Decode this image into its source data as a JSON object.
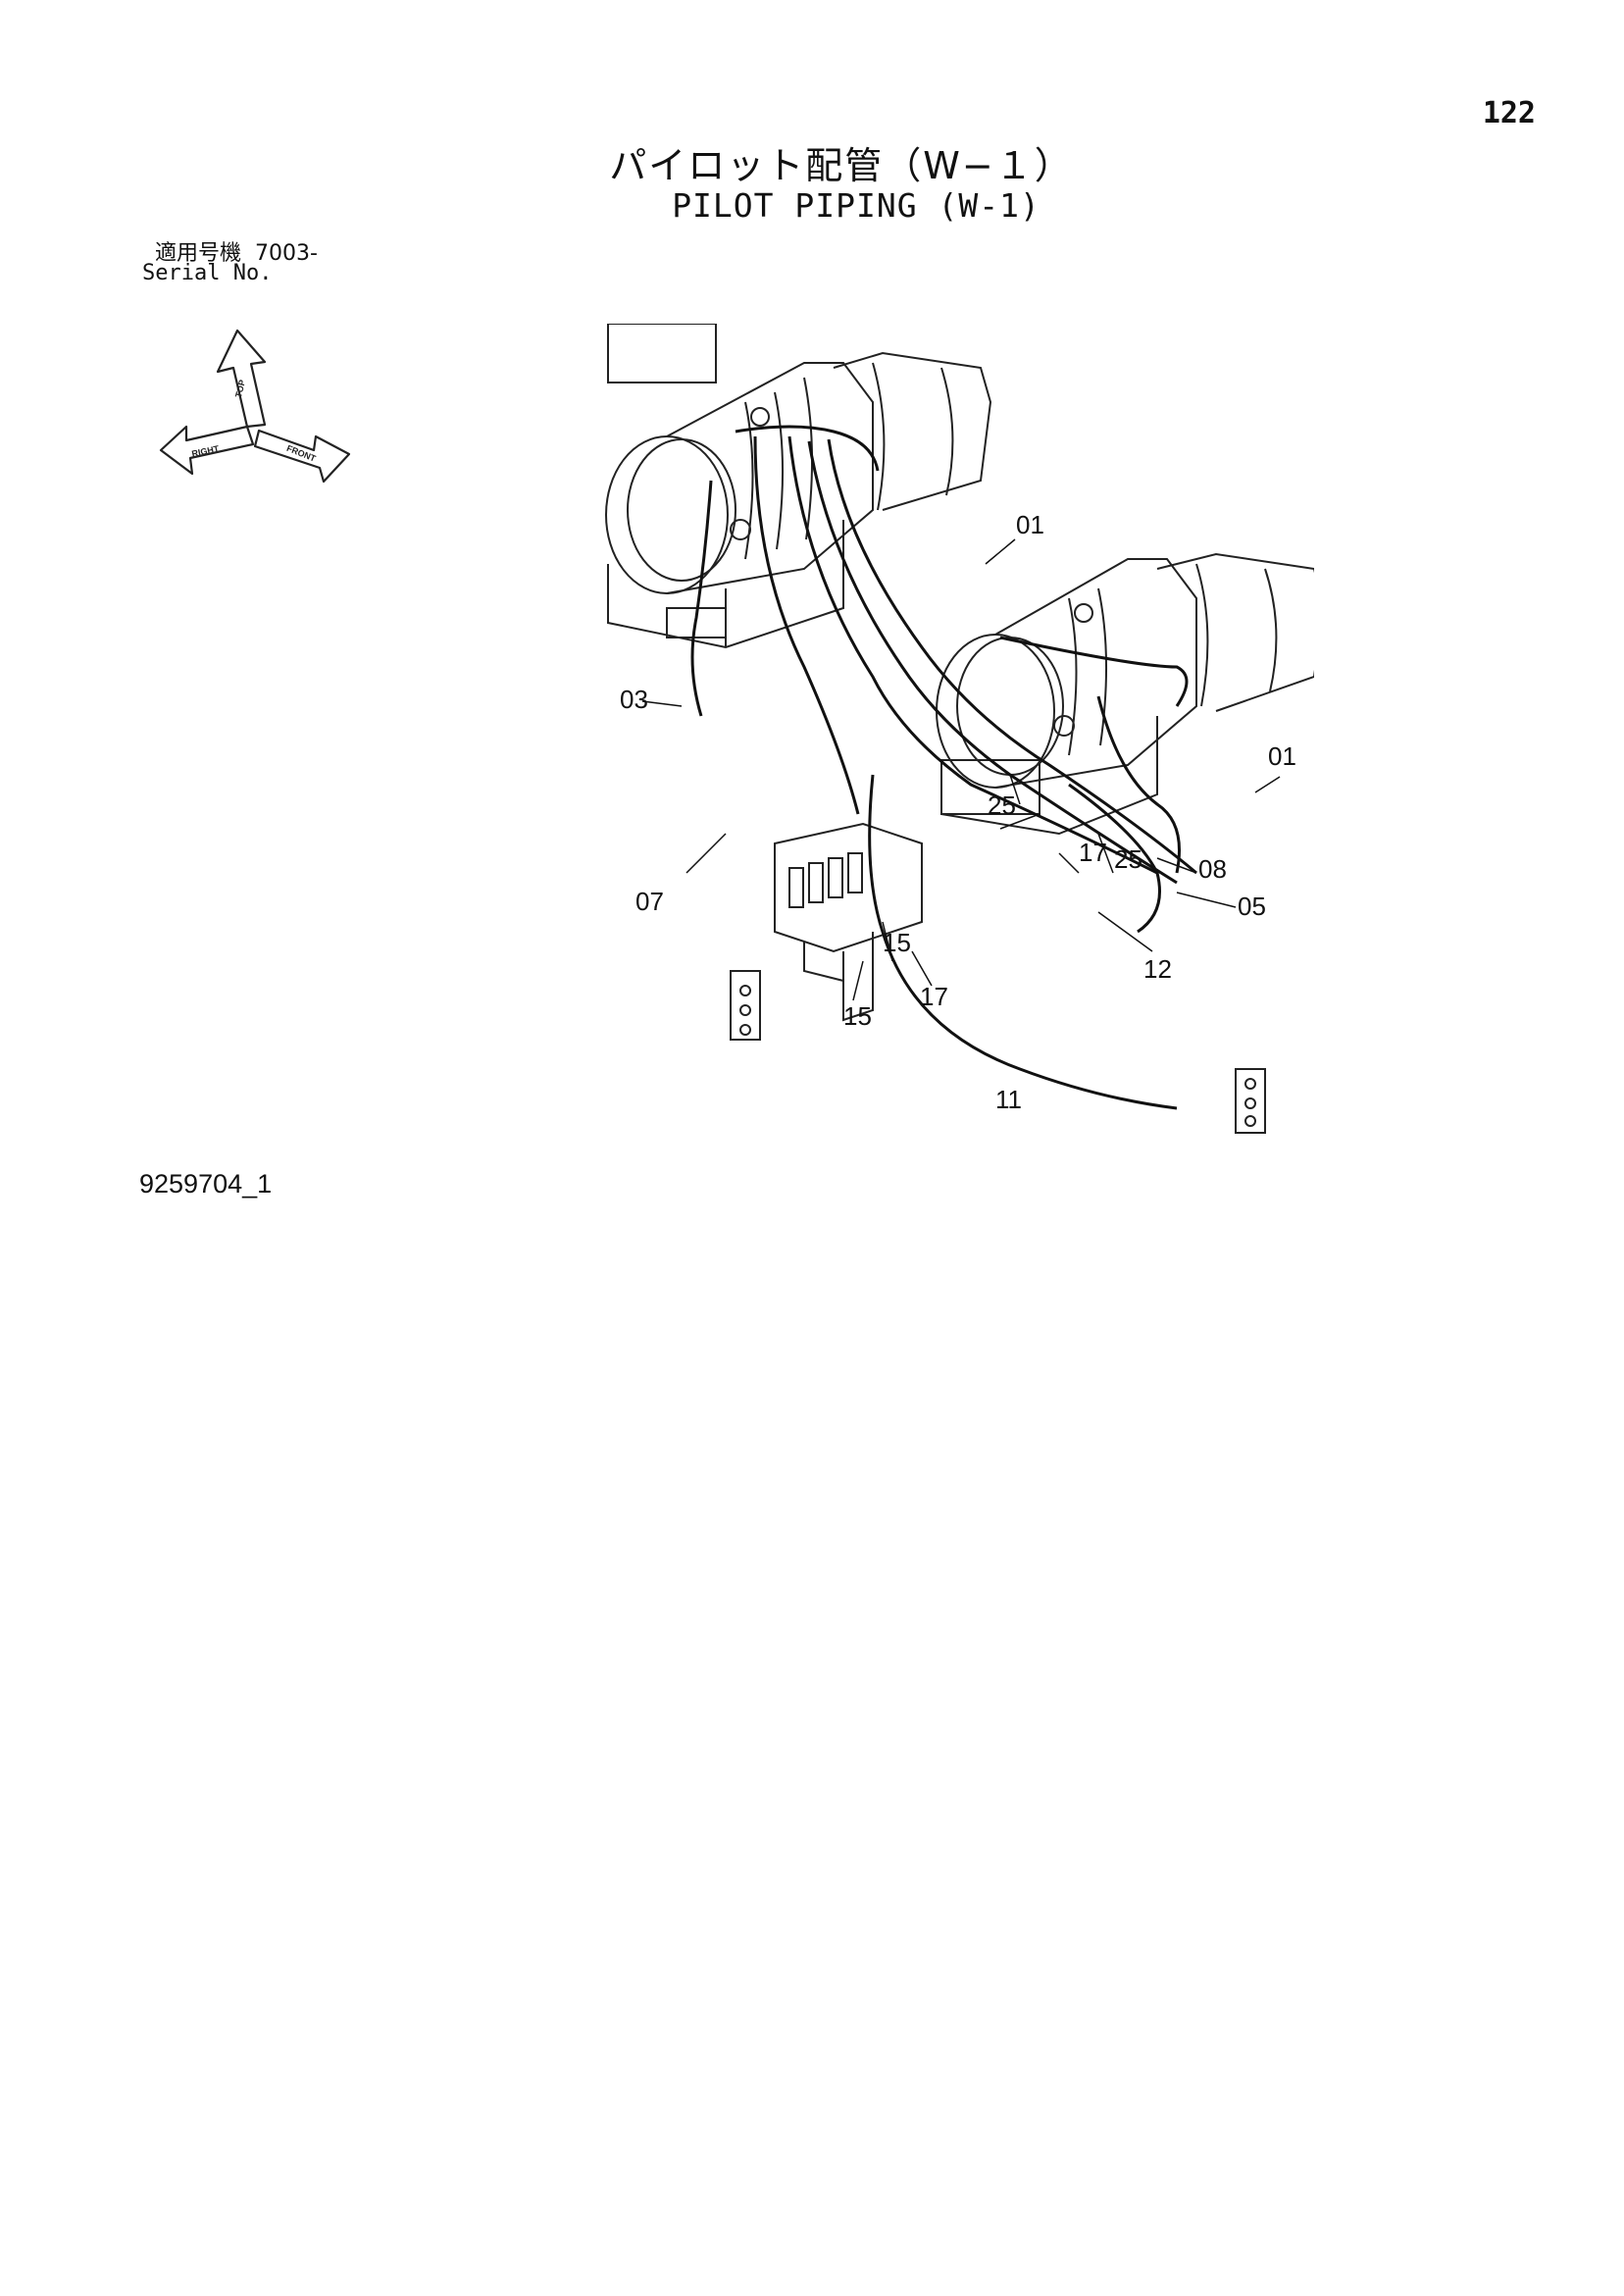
{
  "page_number": "122",
  "title_japanese": "パイロット配管（W−１）",
  "title_english": "PILOT PIPING (W-1)",
  "serial": {
    "label_japanese": "適用号機",
    "value": "7003-",
    "label_english": "Serial No."
  },
  "orientation_icon": {
    "labels": [
      "TOP",
      "FRONT",
      "RIGHT"
    ]
  },
  "callouts": [
    "01",
    "01",
    "03",
    "05",
    "07",
    "08",
    "11",
    "12",
    "15",
    "15",
    "17",
    "17",
    "25",
    "25"
  ],
  "drawing_id": "9259704_1"
}
